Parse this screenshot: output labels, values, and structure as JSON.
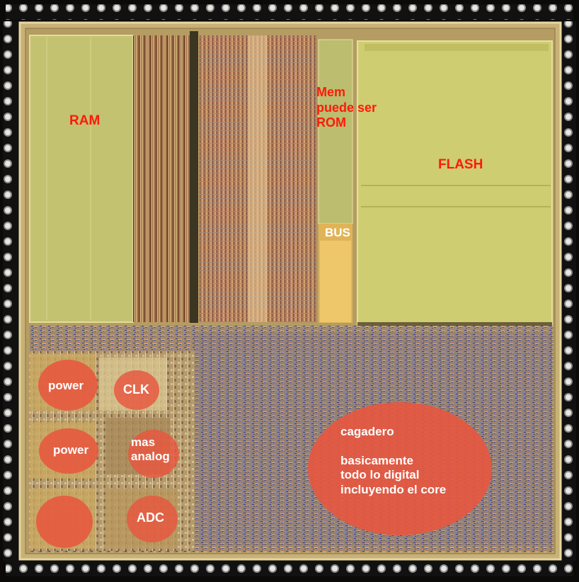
{
  "labels": {
    "ram": "RAM",
    "mem_rom": "Mem\npuede ser\nROM",
    "flash": "FLASH",
    "bus": "BUS",
    "power_1": "power",
    "clk": "CLK",
    "power_2": "power",
    "mas_analog": "mas\nanalog",
    "adc": "ADC",
    "cagadero": "cagadero\n\nbasicamente\ntodo lo digital\nincluyendo el core"
  },
  "colors": {
    "label_red": "#ff1a0a",
    "label_white": "#ffffff",
    "highlight": "#e8573f"
  }
}
